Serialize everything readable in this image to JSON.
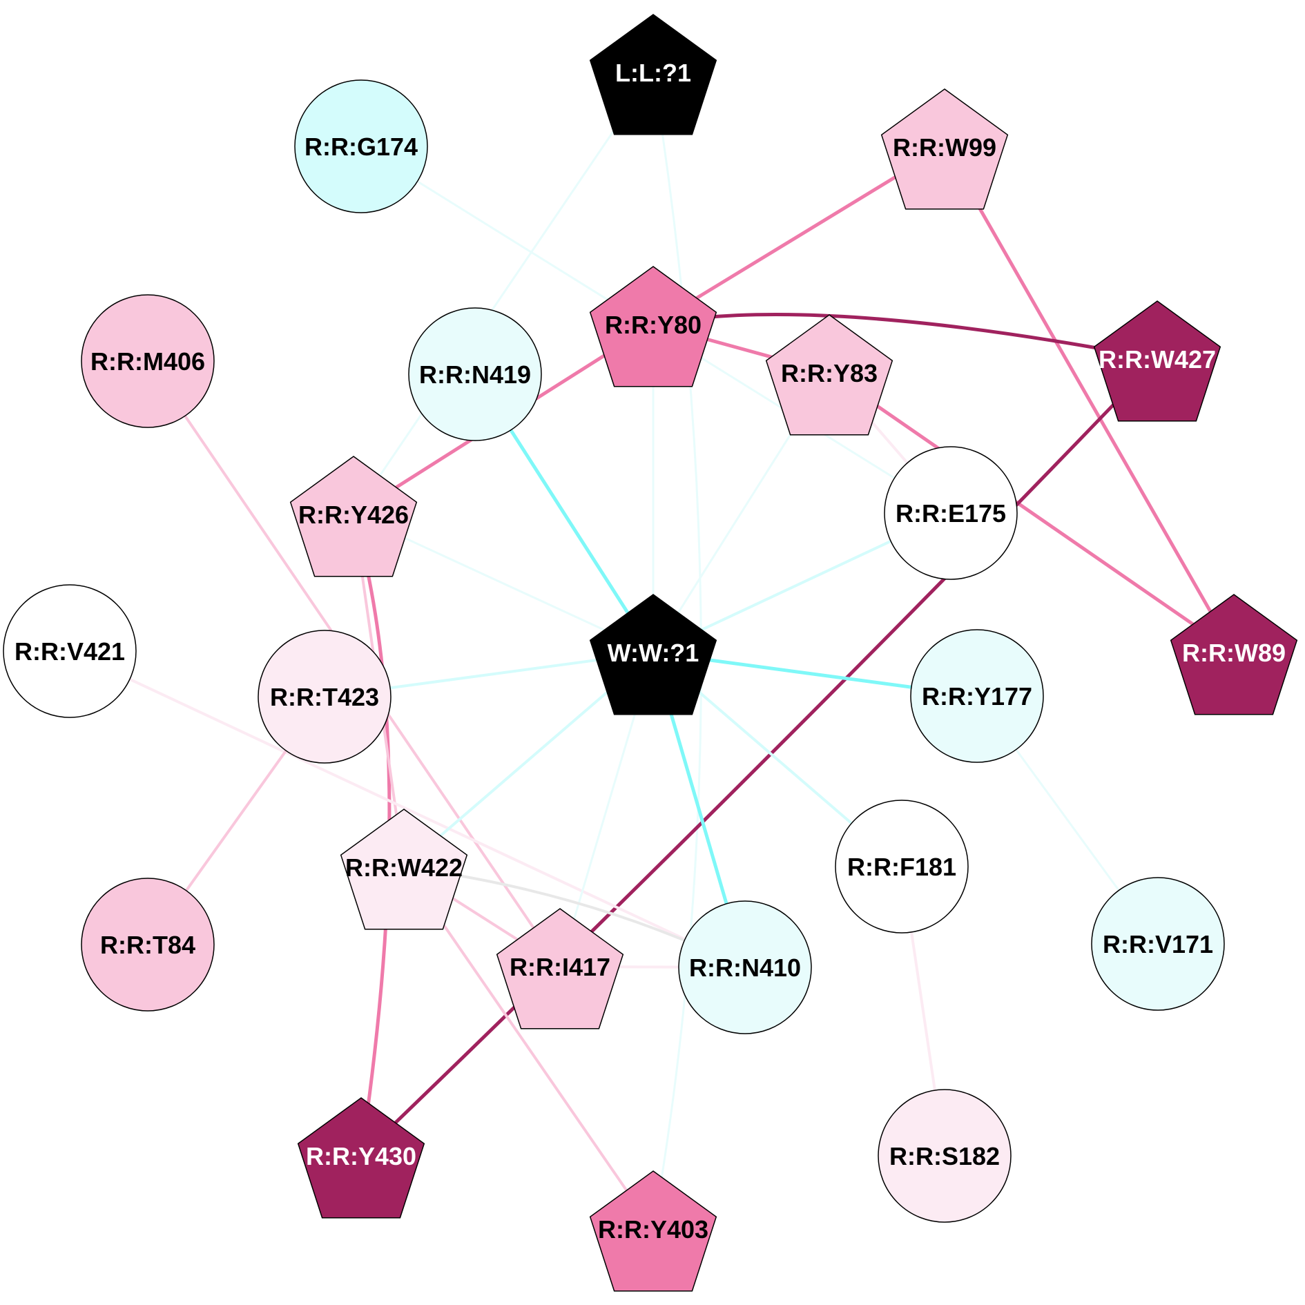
{
  "colors": {
    "black": "#000000",
    "dark_magenta": "#a0225e",
    "medium_pink": "#ef7aaa",
    "light_pink": "#f9c7dc",
    "pale_pink": "#fcebf3",
    "white": "#ffffff",
    "light_cyan": "#d4fcfc",
    "pale_cyan": "#e8fcfc"
  },
  "nodes": [
    {
      "id": "L1",
      "label": "L:L:?1",
      "shape": "pentagon",
      "fill": "#000000",
      "text_color": "#ffffff"
    },
    {
      "id": "G174",
      "label": "R:R:G174",
      "shape": "circle",
      "fill": "#d4fcfc",
      "text_color": "#000000"
    },
    {
      "id": "W99",
      "label": "R:R:W99",
      "shape": "pentagon",
      "fill": "#f9c7dc",
      "text_color": "#000000"
    },
    {
      "id": "M406",
      "label": "R:R:M406",
      "shape": "circle",
      "fill": "#f9c7dc",
      "text_color": "#000000"
    },
    {
      "id": "N419",
      "label": "R:R:N419",
      "shape": "circle",
      "fill": "#e8fcfc",
      "text_color": "#000000"
    },
    {
      "id": "Y80",
      "label": "R:R:Y80",
      "shape": "pentagon",
      "fill": "#ef7aaa",
      "text_color": "#000000"
    },
    {
      "id": "Y83",
      "label": "R:R:Y83",
      "shape": "pentagon",
      "fill": "#f9c7dc",
      "text_color": "#000000"
    },
    {
      "id": "W427",
      "label": "R:R:W427",
      "shape": "pentagon",
      "fill": "#a0225e",
      "text_color": "#ffffff"
    },
    {
      "id": "Y426",
      "label": "R:R:Y426",
      "shape": "pentagon",
      "fill": "#f9c7dc",
      "text_color": "#000000"
    },
    {
      "id": "E175",
      "label": "R:R:E175",
      "shape": "circle",
      "fill": "#ffffff",
      "text_color": "#000000"
    },
    {
      "id": "V421",
      "label": "R:R:V421",
      "shape": "circle",
      "fill": "#ffffff",
      "text_color": "#000000"
    },
    {
      "id": "W1",
      "label": "W:W:?1",
      "shape": "pentagon",
      "fill": "#000000",
      "text_color": "#ffffff"
    },
    {
      "id": "W89",
      "label": "R:R:W89",
      "shape": "pentagon",
      "fill": "#a0225e",
      "text_color": "#ffffff"
    },
    {
      "id": "T423",
      "label": "R:R:T423",
      "shape": "circle",
      "fill": "#fcebf3",
      "text_color": "#000000"
    },
    {
      "id": "Y177",
      "label": "R:R:Y177",
      "shape": "circle",
      "fill": "#e8fcfc",
      "text_color": "#000000"
    },
    {
      "id": "W422",
      "label": "R:R:W422",
      "shape": "pentagon",
      "fill": "#fcebf3",
      "text_color": "#000000"
    },
    {
      "id": "F181",
      "label": "R:R:F181",
      "shape": "circle",
      "fill": "#ffffff",
      "text_color": "#000000"
    },
    {
      "id": "T84",
      "label": "R:R:T84",
      "shape": "circle",
      "fill": "#f9c7dc",
      "text_color": "#000000"
    },
    {
      "id": "I417",
      "label": "R:R:I417",
      "shape": "pentagon",
      "fill": "#f9c7dc",
      "text_color": "#000000"
    },
    {
      "id": "N410",
      "label": "R:R:N410",
      "shape": "circle",
      "fill": "#e8fcfc",
      "text_color": "#000000"
    },
    {
      "id": "V171",
      "label": "R:R:V171",
      "shape": "circle",
      "fill": "#e8fcfc",
      "text_color": "#000000"
    },
    {
      "id": "Y430",
      "label": "R:R:Y430",
      "shape": "pentagon",
      "fill": "#a0225e",
      "text_color": "#ffffff"
    },
    {
      "id": "S182",
      "label": "R:R:S182",
      "shape": "circle",
      "fill": "#fcebf3",
      "text_color": "#000000"
    },
    {
      "id": "Y403",
      "label": "R:R:Y403",
      "shape": "pentagon",
      "fill": "#ef7aaa",
      "text_color": "#000000"
    }
  ],
  "edges": [
    {
      "source": "L1",
      "target": "Y426",
      "color": "#e8fcfc",
      "weight": 3
    },
    {
      "source": "L1",
      "target": "Y403",
      "color": "#e8fcfc",
      "weight": 3
    },
    {
      "source": "G174",
      "target": "E175",
      "color": "#e8fcfc",
      "weight": 3
    },
    {
      "source": "W99",
      "target": "Y80",
      "color": "#ef7aaa",
      "weight": 5
    },
    {
      "source": "W99",
      "target": "W89",
      "color": "#ef7aaa",
      "weight": 5
    },
    {
      "source": "Y80",
      "target": "W427",
      "color": "#a0225e",
      "weight": 5
    },
    {
      "source": "Y80",
      "target": "Y83",
      "color": "#ef7aaa",
      "weight": 5
    },
    {
      "source": "Y80",
      "target": "Y426",
      "color": "#ef7aaa",
      "weight": 5
    },
    {
      "source": "Y80",
      "target": "W1",
      "color": "#e8fcfc",
      "weight": 3
    },
    {
      "source": "Y83",
      "target": "W89",
      "color": "#ef7aaa",
      "weight": 5
    },
    {
      "source": "Y83",
      "target": "E175",
      "color": "#fcebf3",
      "weight": 4
    },
    {
      "source": "Y83",
      "target": "W1",
      "color": "#e8fcfc",
      "weight": 3
    },
    {
      "source": "W427",
      "target": "Y430",
      "color": "#a0225e",
      "weight": 5
    },
    {
      "source": "M406",
      "target": "I417",
      "color": "#f9c7dc",
      "weight": 4
    },
    {
      "source": "N419",
      "target": "W1",
      "color": "#7ff8f8",
      "weight": 5
    },
    {
      "source": "Y426",
      "target": "Y430",
      "color": "#ef7aaa",
      "weight": 5
    },
    {
      "source": "Y426",
      "target": "W422",
      "color": "#f9c7dc",
      "weight": 4
    },
    {
      "source": "Y426",
      "target": "W1",
      "color": "#e8fcfc",
      "weight": 3
    },
    {
      "source": "E175",
      "target": "W1",
      "color": "#d4fcfc",
      "weight": 4
    },
    {
      "source": "V421",
      "target": "N410",
      "color": "#fcebf3",
      "weight": 4
    },
    {
      "source": "T423",
      "target": "W1",
      "color": "#d4fcfc",
      "weight": 4
    },
    {
      "source": "T423",
      "target": "T84",
      "color": "#f9c7dc",
      "weight": 4
    },
    {
      "source": "W1",
      "target": "Y177",
      "color": "#7ff8f8",
      "weight": 5
    },
    {
      "source": "W1",
      "target": "W422",
      "color": "#d4fcfc",
      "weight": 4
    },
    {
      "source": "W1",
      "target": "I417",
      "color": "#e8fcfc",
      "weight": 3
    },
    {
      "source": "W1",
      "target": "N410",
      "color": "#7ff8f8",
      "weight": 5
    },
    {
      "source": "W1",
      "target": "F181",
      "color": "#d4fcfc",
      "weight": 4
    },
    {
      "source": "Y177",
      "target": "V171",
      "color": "#e8fcfc",
      "weight": 3
    },
    {
      "source": "W422",
      "target": "I417",
      "color": "#f9c7dc",
      "weight": 4
    },
    {
      "source": "W422",
      "target": "N410",
      "color": "#e8e8e8",
      "weight": 4
    },
    {
      "source": "W422",
      "target": "Y403",
      "color": "#f9c7dc",
      "weight": 4
    },
    {
      "source": "I417",
      "target": "N410",
      "color": "#fcebf3",
      "weight": 4
    },
    {
      "source": "F181",
      "target": "S182",
      "color": "#fcebf3",
      "weight": 4
    }
  ]
}
